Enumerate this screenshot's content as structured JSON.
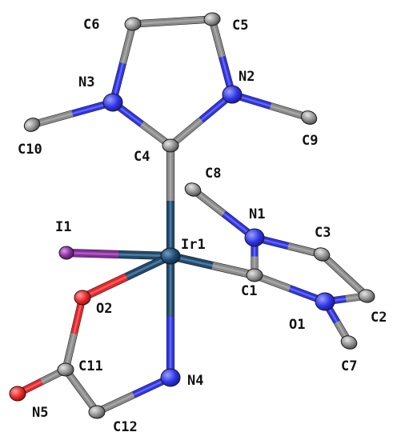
{
  "atoms": [
    {
      "id": "Ir1",
      "label": "Ir1",
      "element": "Ir"
    },
    {
      "id": "I1",
      "label": "I1",
      "element": "I"
    },
    {
      "id": "O1",
      "label": "O1",
      "element": "O"
    },
    {
      "id": "O2",
      "label": "O2",
      "element": "O"
    },
    {
      "id": "N1",
      "label": "N1",
      "element": "N"
    },
    {
      "id": "N2",
      "label": "N2",
      "element": "N"
    },
    {
      "id": "N3",
      "label": "N3",
      "element": "N"
    },
    {
      "id": "N4",
      "label": "N4",
      "element": "N"
    },
    {
      "id": "N5",
      "label": "N5",
      "element": "N"
    },
    {
      "id": "C1",
      "label": "C1",
      "element": "C"
    },
    {
      "id": "C2",
      "label": "C2",
      "element": "C"
    },
    {
      "id": "C3",
      "label": "C3",
      "element": "C"
    },
    {
      "id": "C4",
      "label": "C4",
      "element": "C"
    },
    {
      "id": "C5",
      "label": "C5",
      "element": "C"
    },
    {
      "id": "C6",
      "label": "C6",
      "element": "C"
    },
    {
      "id": "C7",
      "label": "C7",
      "element": "C"
    },
    {
      "id": "C8",
      "label": "C8",
      "element": "C"
    },
    {
      "id": "C9",
      "label": "C9",
      "element": "C"
    },
    {
      "id": "C10",
      "label": "C10",
      "element": "C"
    },
    {
      "id": "C11",
      "label": "C11",
      "element": "C"
    },
    {
      "id": "C12",
      "label": "C12",
      "element": "C"
    }
  ],
  "bonds": [
    [
      "Ir1",
      "C4"
    ],
    [
      "Ir1",
      "I1"
    ],
    [
      "Ir1",
      "O1"
    ],
    [
      "Ir1",
      "C1"
    ],
    [
      "Ir1",
      "N5"
    ],
    [
      "C4",
      "N4"
    ],
    [
      "C4",
      "N3"
    ],
    [
      "N4",
      "C6"
    ],
    [
      "C6",
      "C5"
    ],
    [
      "C5",
      "N3"
    ],
    [
      "N4",
      "C10"
    ],
    [
      "N3",
      "C9"
    ],
    [
      "C1",
      "N2"
    ],
    [
      "C1",
      "N1"
    ],
    [
      "N2",
      "C3"
    ],
    [
      "C3",
      "C2"
    ],
    [
      "C2",
      "N1"
    ],
    [
      "N2",
      "C8"
    ],
    [
      "N1",
      "C7"
    ],
    [
      "O1",
      "C11"
    ],
    [
      "C11",
      "O2"
    ],
    [
      "C11",
      "C12"
    ],
    [
      "C12",
      "N5"
    ]
  ],
  "colors": {
    "Ir": "#1c4a72",
    "I": "#8a2aa0",
    "O": "#e8262a",
    "N": "#2f34e6",
    "C": "#8a8a8a"
  }
}
